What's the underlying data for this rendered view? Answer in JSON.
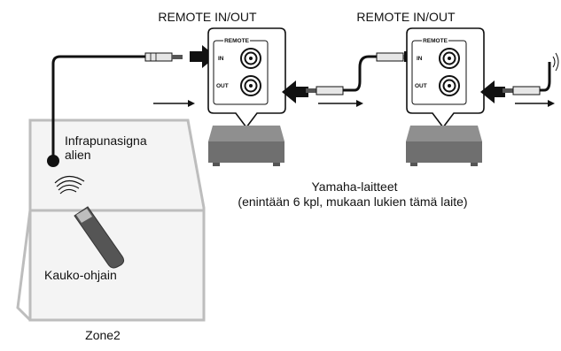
{
  "diagram": {
    "device_panel_label": "REMOTE",
    "device_panel_in": "IN",
    "device_panel_out": "OUT",
    "devices": [
      {
        "header": "REMOTE IN/OUT"
      },
      {
        "header": "REMOTE IN/OUT"
      }
    ],
    "ir_receiver_label_line1": "Infrapunasigna",
    "ir_receiver_label_line2": "alien",
    "remote_label": "Kauko-ohjain",
    "zone_label": "Zone2",
    "devices_caption_line1": "Yamaha-laitteet",
    "devices_caption_line2": "(enintään 6 kpl, mukaan lukien tämä laite)"
  }
}
